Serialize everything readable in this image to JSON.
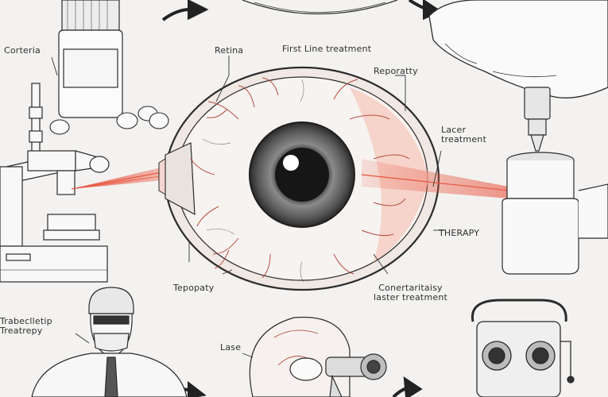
{
  "labels": {
    "corteria": "Corteria",
    "retina": "Retina",
    "first_line": "First Line treatment",
    "reporatty": "Reporatty",
    "laser_treatment_right": "Lacer\ntreatment",
    "therapy": "THERAPY",
    "tepopaty": "Tepopaty",
    "conservative": "Conertaritaisy\nlaster treatment",
    "trabeculectomy": "Trabeclletip\nTreatrepy",
    "lase": "Lase"
  },
  "colors": {
    "ink": "#2b2b2b",
    "paper": "#f3f2f0",
    "laser": "#e8553f",
    "vessel": "#c0392b",
    "iris": "#7a7a7a"
  }
}
